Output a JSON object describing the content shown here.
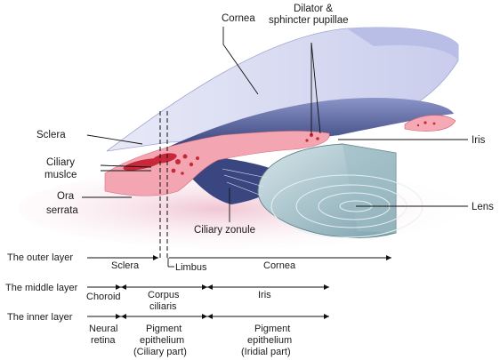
{
  "labels": {
    "cornea": "Cornea",
    "dilator_line1": "Dilator &",
    "dilator_line2": "sphincter pupillae",
    "sclera": "Sclera",
    "ciliary_muscle_line1": "Ciliary",
    "ciliary_muscle_line2": "muslce",
    "ora_line1": "Ora",
    "ora_line2": "serrata",
    "iris": "Iris",
    "lens": "Lens",
    "ciliary_zonule": "Ciliary zonule"
  },
  "layers": {
    "outer": {
      "label": "The outer layer",
      "segments": [
        "Sclera",
        "Limbus",
        "Cornea"
      ]
    },
    "middle": {
      "label": "The middle layer",
      "segments": [
        "Choroid",
        "Corpus ciliaris",
        "Iris"
      ],
      "corpus_line1": "Corpus",
      "corpus_line2": "ciliaris"
    },
    "inner": {
      "label": "The inner layer",
      "neural_line1": "Neural",
      "neural_line2": "retina",
      "pig1_line1": "Pigment",
      "pig1_line2": "epithelium",
      "pig1_line3": "(Ciliary part)",
      "pig2_line1": "Pigment",
      "pig2_line2": "epithelium",
      "pig2_line3": "(Iridial part)"
    }
  },
  "colors": {
    "cornea_fill": "#d9dcf2",
    "uvea_blue": "#4a5590",
    "tissue_pink": "#f2a3ae",
    "muscle_red": "#c8283a",
    "lens_fill": "#b7cfd6",
    "background_pink": "#f3d3de"
  }
}
